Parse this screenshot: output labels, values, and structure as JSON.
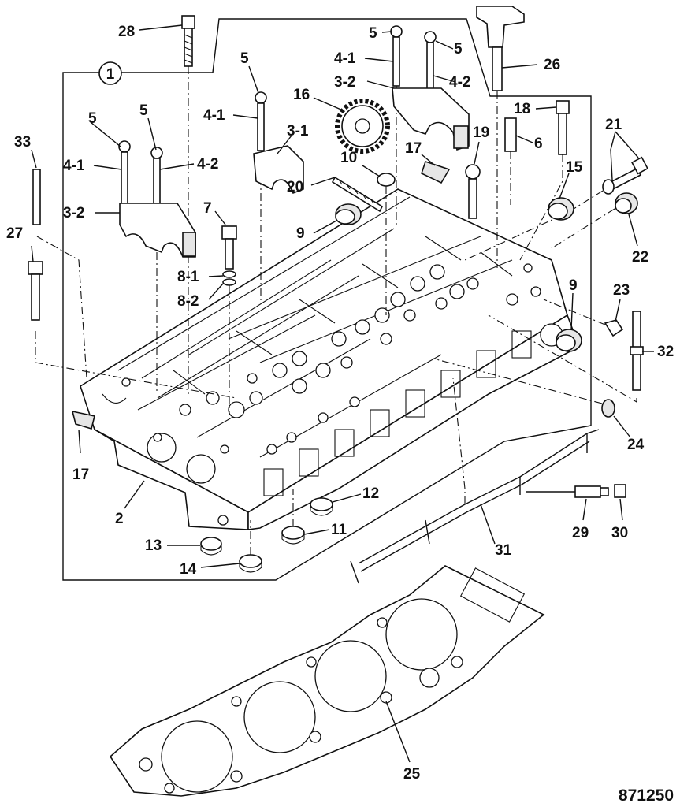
{
  "figure_number": "871250",
  "group_marker": "1",
  "callouts": [
    {
      "id": "c28",
      "text": "28"
    },
    {
      "id": "c5a",
      "text": "5"
    },
    {
      "id": "c5b",
      "text": "5"
    },
    {
      "id": "c5c",
      "text": "5"
    },
    {
      "id": "c5d",
      "text": "5"
    },
    {
      "id": "c5e",
      "text": "5"
    },
    {
      "id": "c41a",
      "text": "4-1"
    },
    {
      "id": "c41b",
      "text": "4-1"
    },
    {
      "id": "c41c",
      "text": "4-1"
    },
    {
      "id": "c42a",
      "text": "4-2"
    },
    {
      "id": "c42b",
      "text": "4-2"
    },
    {
      "id": "c32a",
      "text": "3-2"
    },
    {
      "id": "c32b",
      "text": "3-2"
    },
    {
      "id": "c31",
      "text": "3-1"
    },
    {
      "id": "c26",
      "text": "26"
    },
    {
      "id": "c16",
      "text": "16"
    },
    {
      "id": "c18",
      "text": "18"
    },
    {
      "id": "c19",
      "text": "19"
    },
    {
      "id": "c6",
      "text": "6"
    },
    {
      "id": "c21",
      "text": "21"
    },
    {
      "id": "c33",
      "text": "33"
    },
    {
      "id": "c17a",
      "text": "17"
    },
    {
      "id": "c17b",
      "text": "17"
    },
    {
      "id": "c10",
      "text": "10"
    },
    {
      "id": "c15",
      "text": "15"
    },
    {
      "id": "c7",
      "text": "7"
    },
    {
      "id": "c20",
      "text": "20"
    },
    {
      "id": "c27",
      "text": "27"
    },
    {
      "id": "c9a",
      "text": "9"
    },
    {
      "id": "c9b",
      "text": "9"
    },
    {
      "id": "c22",
      "text": "22"
    },
    {
      "id": "c81",
      "text": "8-1"
    },
    {
      "id": "c82",
      "text": "8-2"
    },
    {
      "id": "c23",
      "text": "23"
    },
    {
      "id": "c32",
      "text": "32"
    },
    {
      "id": "c24",
      "text": "24"
    },
    {
      "id": "c12",
      "text": "12"
    },
    {
      "id": "c2",
      "text": "2"
    },
    {
      "id": "c11",
      "text": "11"
    },
    {
      "id": "c13",
      "text": "13"
    },
    {
      "id": "c29",
      "text": "29"
    },
    {
      "id": "c30",
      "text": "30"
    },
    {
      "id": "c31b",
      "text": "31"
    },
    {
      "id": "c14",
      "text": "14"
    },
    {
      "id": "c25",
      "text": "25"
    }
  ]
}
